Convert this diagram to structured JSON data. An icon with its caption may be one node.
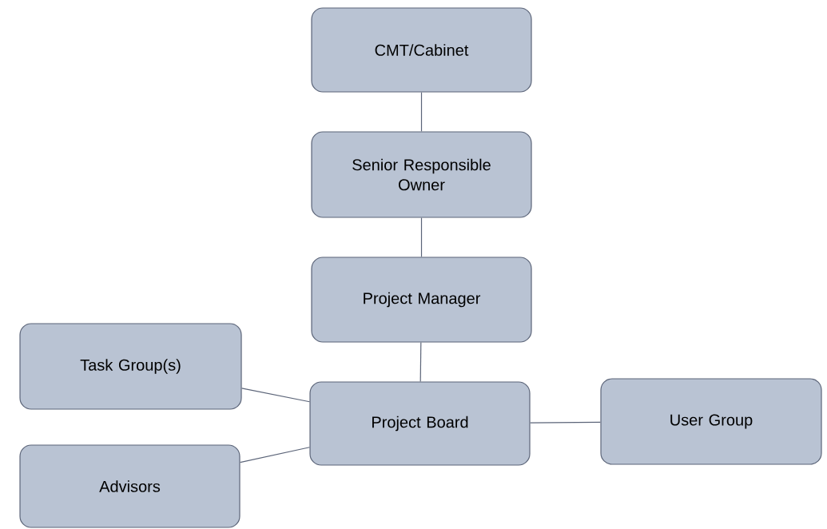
{
  "diagram": {
    "nodes": [
      {
        "text": [
          "CMT/Cabinet"
        ]
      },
      {
        "text": [
          "Senior Responsible Owner"
        ]
      },
      {
        "text": [
          "Project Manager"
        ]
      },
      {
        "text": [
          "Task Group(s)"
        ]
      },
      {
        "text": [
          "Project Board"
        ]
      },
      {
        "text": [
          "User Group"
        ]
      },
      {
        "text": [
          "Advisors"
        ]
      }
    ],
    "edges": [
      {
        "from": 0,
        "to": 1,
        "arrow": "none"
      },
      {
        "from": 1,
        "to": 2,
        "arrow": "none"
      },
      {
        "from": 2,
        "to": 4,
        "arrow": "none"
      },
      {
        "from": 3,
        "to": 4,
        "arrow": "none"
      },
      {
        "from": 6,
        "to": 4,
        "arrow": "none"
      },
      {
        "from": 4,
        "to": 5,
        "arrow": "none"
      }
    ]
  }
}
